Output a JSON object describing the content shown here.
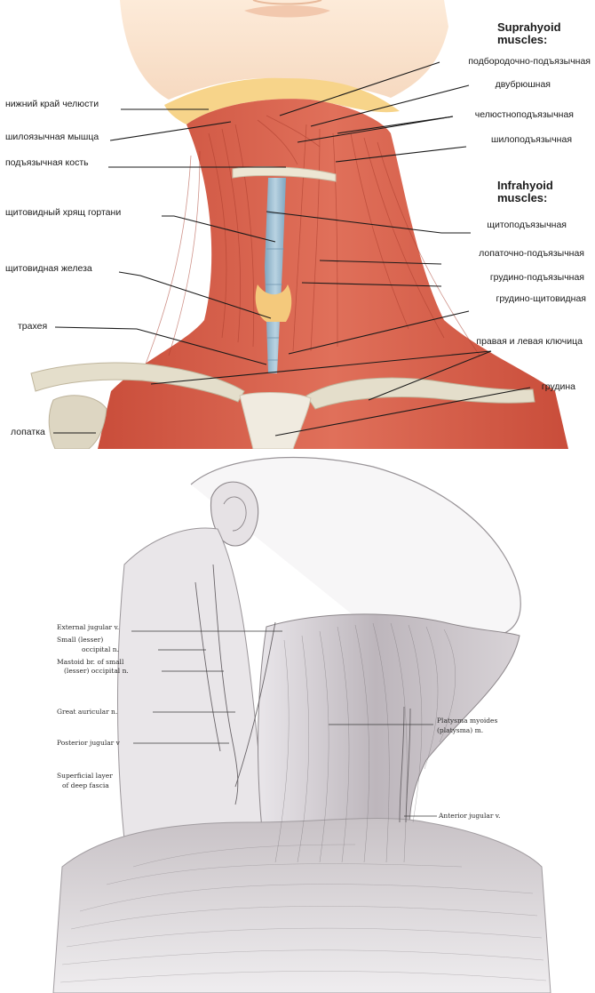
{
  "top_diagram": {
    "heading_suprahyoid": [
      "Suprahyoid",
      "muscles:"
    ],
    "heading_infrahyoid": [
      "Infrahyoid",
      "muscles:"
    ],
    "left_labels": [
      "нижний край челюсти",
      "шилоязычная мышца",
      "подъязычная кость",
      "щитовидный хрящ гортани",
      "щитовидная железа",
      "трахея",
      "лопатка"
    ],
    "right_labels": [
      "подбородочно-подъязычная",
      "двубрюшная",
      "челюстноподъязычная",
      "шилоподъязычная",
      "щитоподъязычная",
      "лопаточно-подъязычная",
      "грудино-подъязычная",
      "грудино-щитовидная",
      "правая и левая ключица",
      "грудина"
    ]
  },
  "bottom_diagram": {
    "labels": [
      "External jugular v.",
      "Small (lesser)",
      "occipital n.",
      "Mastoid br. of small",
      "(lesser) occipital n.",
      "Great auricular n.",
      "Posterior jugular v",
      "Superficial layer",
      "of deep fascia",
      "Platysma myoides",
      "(platysma) m.",
      "Anterior jugular v."
    ]
  },
  "colors": {
    "muscle": "#d9604a",
    "muscle_dark": "#b8402e",
    "skin": "#fbe6d2",
    "bone": "#e7e1cf",
    "trachea": "#8fb3c9",
    "thyroid": "#f2c77a",
    "sketch": "#8a8589"
  }
}
